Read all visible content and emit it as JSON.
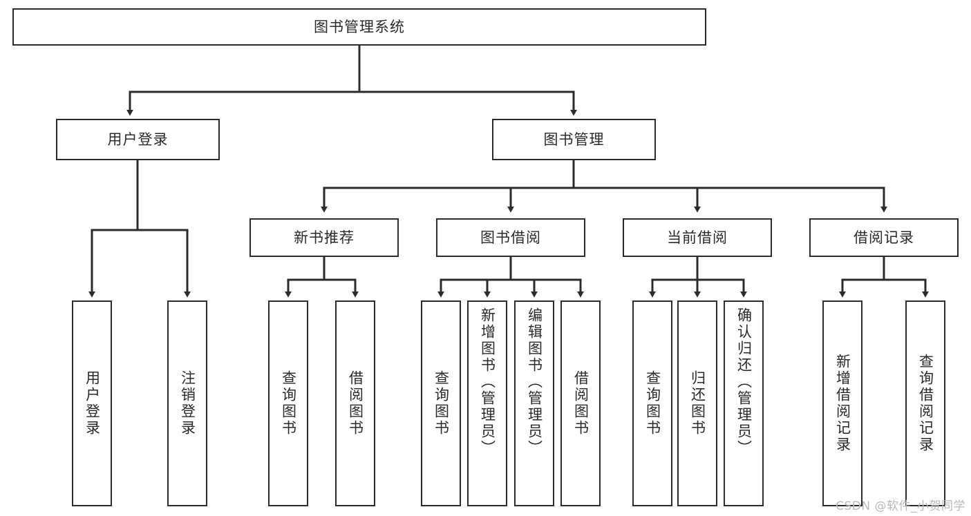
{
  "diagram": {
    "type": "tree-hierarchy",
    "title": "图书管理系统",
    "root": {
      "label": "图书管理系统"
    },
    "level2": [
      {
        "label": "用户登录"
      },
      {
        "label": "图书管理"
      }
    ],
    "level3": [
      {
        "label": "新书推荐"
      },
      {
        "label": "图书借阅"
      },
      {
        "label": "当前借阅"
      },
      {
        "label": "借阅记录"
      }
    ],
    "leaves": {
      "user_login": [
        {
          "label": "用户登录"
        },
        {
          "label": "注销登录"
        }
      ],
      "new_book_recommend": [
        {
          "label": "查询图书"
        },
        {
          "label": "借阅图书"
        }
      ],
      "book_borrow": [
        {
          "label": "查询图书"
        },
        {
          "label": "新增图书（管理员）"
        },
        {
          "label": "编辑图书（管理员）"
        },
        {
          "label": "借阅图书"
        }
      ],
      "current_borrow": [
        {
          "label": "查询图书"
        },
        {
          "label": "归还图书"
        },
        {
          "label": "确认归还（管理员）"
        }
      ],
      "borrow_record": [
        {
          "label": "新增借阅记录"
        },
        {
          "label": "查询借阅记录"
        }
      ]
    }
  },
  "watermark": {
    "text": "CSDN @软件_小贺同学"
  },
  "colors": {
    "stroke": "#2b2b2b",
    "background": "#ffffff",
    "text": "#2a2a2a",
    "watermark": "#b9b9b9"
  }
}
